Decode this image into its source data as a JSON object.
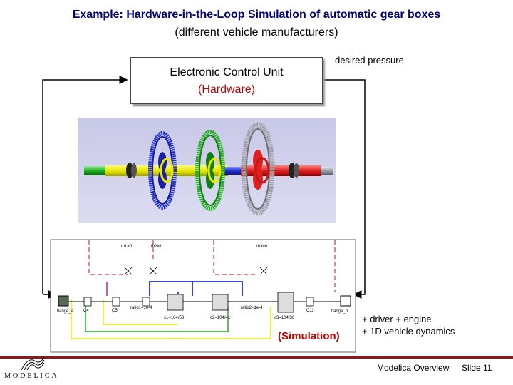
{
  "title": "Example: Hardware-in-the-Loop Simulation of automatic gear boxes",
  "subtitle": "(different vehicle manufacturers)",
  "ecu": {
    "title": "Electronic Control Unit",
    "hardware": "(Hardware)"
  },
  "desired_pressure": "desired pressure",
  "simulation_label": "(Simulation)",
  "driver_line1": "+ driver + engine",
  "driver_line2": "+ 1D vehicle dynamics",
  "footer": {
    "text": "Modelica Overview,",
    "slide": "Slide 11"
  },
  "logo_text": "MODELICA",
  "schematic_labels": {
    "flange_a": "flange_a",
    "flange_b": "flange_b",
    "c4": "C4",
    "c5": "C5",
    "c11": "C11",
    "c1": "c1=104/53",
    "c2": "c2=104/41",
    "c3": "c3=104/30",
    "ratio1": "ratio1=1e-4",
    "ratio2": "ratio2=1e-4",
    "tb1": "tb1=0",
    "tb2": "tb2=1",
    "tb3": "tb3=0"
  },
  "colors": {
    "title": "#000080",
    "hardware_text": "#c00000",
    "footer_line": "#8b1a1a",
    "gear_blue": "#2030d0",
    "gear_green": "#20b020",
    "gear_gray": "#a0a0a8",
    "shaft_yellow": "#f0f000",
    "shaft_red": "#e02020"
  }
}
